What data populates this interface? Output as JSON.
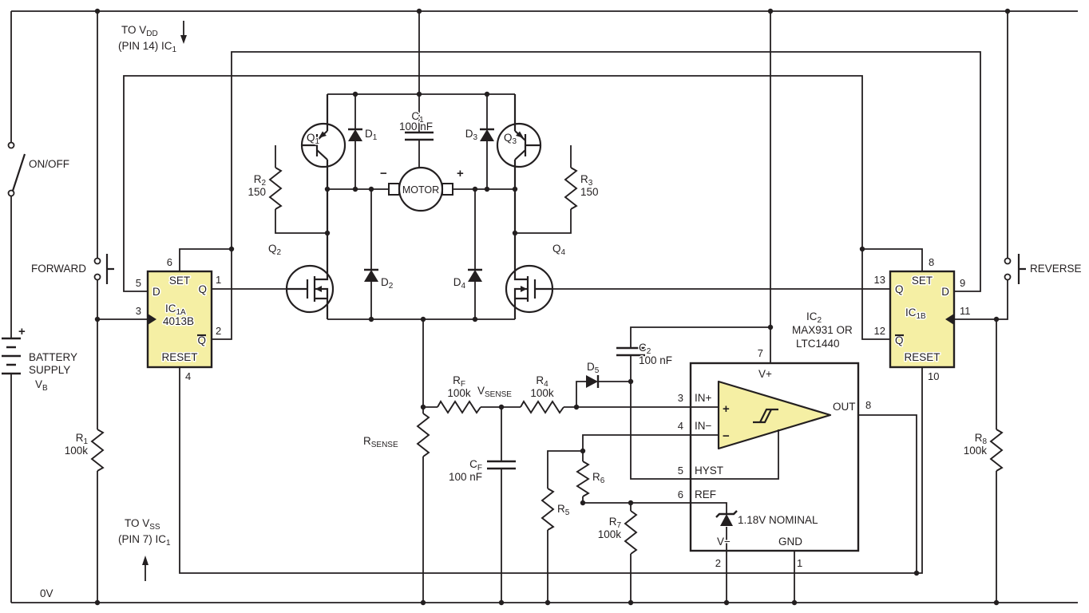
{
  "colors": {
    "wire": "#231f20",
    "ic_fill": "#f5efa4",
    "paper": "#ffffff"
  },
  "power": {
    "vdd_note": {
      "pre": "TO V",
      "sub": "DD",
      "pin_pre": "(PIN 14) IC",
      "pin_sub": "1"
    },
    "vss_note": {
      "pre": "TO V",
      "sub": "SS",
      "pin_pre": "(PIN 7) IC",
      "pin_sub": "1"
    },
    "zero_volt": "0V",
    "battery": {
      "plus": "+",
      "name1": "BATTERY",
      "name2": "SUPPLY",
      "sym_pre": "V",
      "sym_sub": "B"
    }
  },
  "switches": {
    "on_off": "ON/OFF",
    "forward": "FORWARD",
    "reverse": "REVERSE"
  },
  "flipflops": {
    "ic1a": {
      "name_pre": "IC",
      "name_sub": "1A",
      "part": "4013B",
      "set": "SET",
      "d": "D",
      "q": "Q",
      "qbar": "Q",
      "reset": "RESET",
      "pin_set": "6",
      "pin_d": "5",
      "pin_clk": "3",
      "pin_q": "1",
      "pin_qbar": "2",
      "pin_reset": "4"
    },
    "ic1b": {
      "name_pre": "IC",
      "name_sub": "1B",
      "set": "SET",
      "d": "D",
      "q": "Q",
      "qbar": "Q",
      "reset": "RESET",
      "pin_set": "8",
      "pin_d": "9",
      "pin_clk": "11",
      "pin_q": "13",
      "pin_qbar": "12",
      "pin_reset": "10"
    }
  },
  "comparator": {
    "name_pre": "IC",
    "name_sub": "2",
    "part1": "MAX931 OR",
    "part2": "LTC1440",
    "vplus": "V+",
    "vminus": "V−",
    "gnd": "GND",
    "out": "OUT",
    "in_plus": "IN+",
    "in_minus": "IN−",
    "hyst": "HYST",
    "ref": "REF",
    "plus": "+",
    "minus": "−",
    "zener_note": "1.18V NOMINAL",
    "pin_vplus": "7",
    "pin_in_plus": "3",
    "pin_in_minus": "4",
    "pin_hyst": "5",
    "pin_ref": "6",
    "pin_out": "8",
    "pin_vminus": "2",
    "pin_gnd": "1"
  },
  "hbridge": {
    "q1": {
      "pre": "Q",
      "sub": "1"
    },
    "q2": {
      "pre": "Q",
      "sub": "2"
    },
    "q3": {
      "pre": "Q",
      "sub": "3"
    },
    "q4": {
      "pre": "Q",
      "sub": "4"
    },
    "d1": {
      "pre": "D",
      "sub": "1"
    },
    "d2": {
      "pre": "D",
      "sub": "2"
    },
    "d3": {
      "pre": "D",
      "sub": "3"
    },
    "d4": {
      "pre": "D",
      "sub": "4"
    },
    "motor": "MOTOR",
    "motor_minus": "−",
    "motor_plus": "+"
  },
  "passives": {
    "r1": {
      "pre": "R",
      "sub": "1",
      "value": "100k"
    },
    "r2": {
      "pre": "R",
      "sub": "2",
      "value": "150"
    },
    "r3": {
      "pre": "R",
      "sub": "3",
      "value": "150"
    },
    "r4": {
      "pre": "R",
      "sub": "4",
      "value": "100k"
    },
    "r5": {
      "pre": "R",
      "sub": "5"
    },
    "r6": {
      "pre": "R",
      "sub": "6"
    },
    "r7": {
      "pre": "R",
      "sub": "7",
      "value": "100k"
    },
    "r8": {
      "pre": "R",
      "sub": "8",
      "value": "100k"
    },
    "rf": {
      "pre": "R",
      "sub": "F",
      "value": "100k"
    },
    "rsense": {
      "pre": "R",
      "sub": "SENSE"
    },
    "c1": {
      "pre": "C",
      "sub": "1",
      "value": "100 nF"
    },
    "c2": {
      "pre": "C",
      "sub": "2",
      "value": "100 nF"
    },
    "cf": {
      "pre": "C",
      "sub": "F",
      "value": "100 nF"
    },
    "d5": {
      "pre": "D",
      "sub": "5"
    }
  },
  "nodes": {
    "vsense_pre": "V",
    "vsense_sub": "SENSE"
  }
}
